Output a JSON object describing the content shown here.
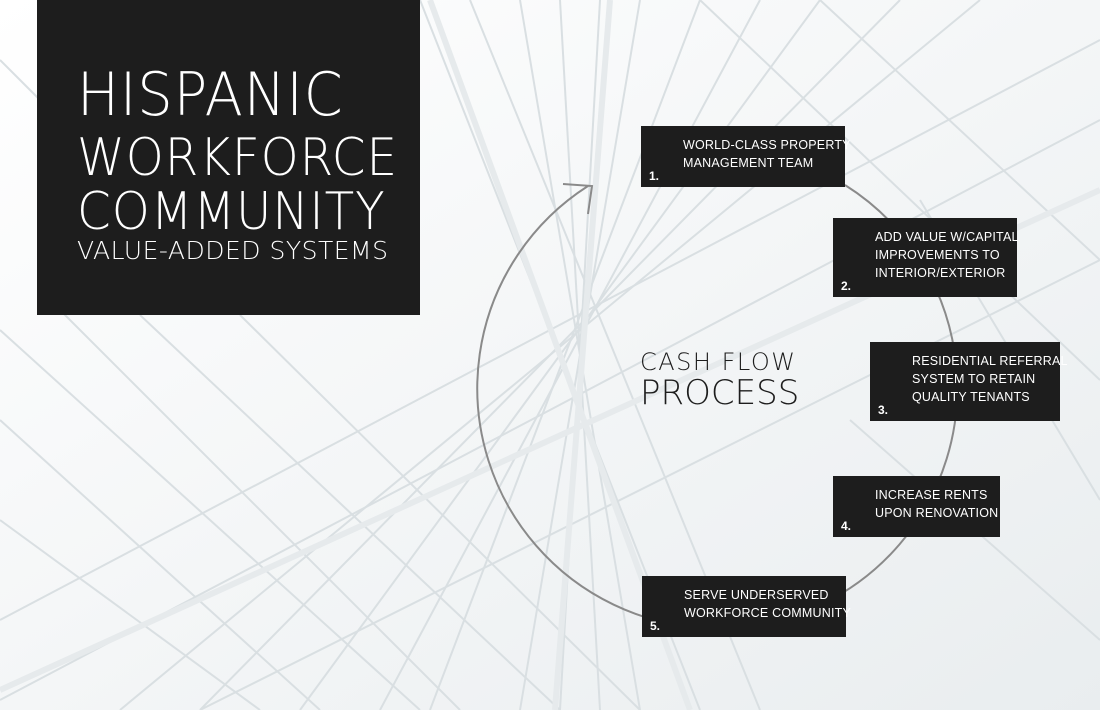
{
  "title": {
    "line1": "HISPANIC",
    "line2": "WORKFORCE",
    "line3": "COMMUNITY",
    "line4": "VALUE-ADDED SYSTEMS"
  },
  "center_label": {
    "line1": "CASH FLOW",
    "line2": "PROCESS"
  },
  "steps": [
    {
      "number": "1.",
      "text": "WORLD-CLASS PROPERTY\nMANAGEMENT TEAM"
    },
    {
      "number": "2.",
      "text": "ADD VALUE W/CAPITAL\nIMPROVEMENTS TO\nINTERIOR/EXTERIOR"
    },
    {
      "number": "3.",
      "text": "RESIDENTIAL REFERRAL\nSYSTEM TO RETAIN\nQUALITY TENANTS"
    },
    {
      "number": "4.",
      "text": "INCREASE RENTS\nUPON RENOVATION"
    },
    {
      "number": "5.",
      "text": "SERVE UNDERSERVED\nWORKFORCE COMMUNITY"
    }
  ],
  "colors": {
    "box": "#1d1d1d",
    "text_on_box": "#ffffff",
    "cycle_line": "#8a8a8a",
    "background": "#f4f6f7"
  }
}
